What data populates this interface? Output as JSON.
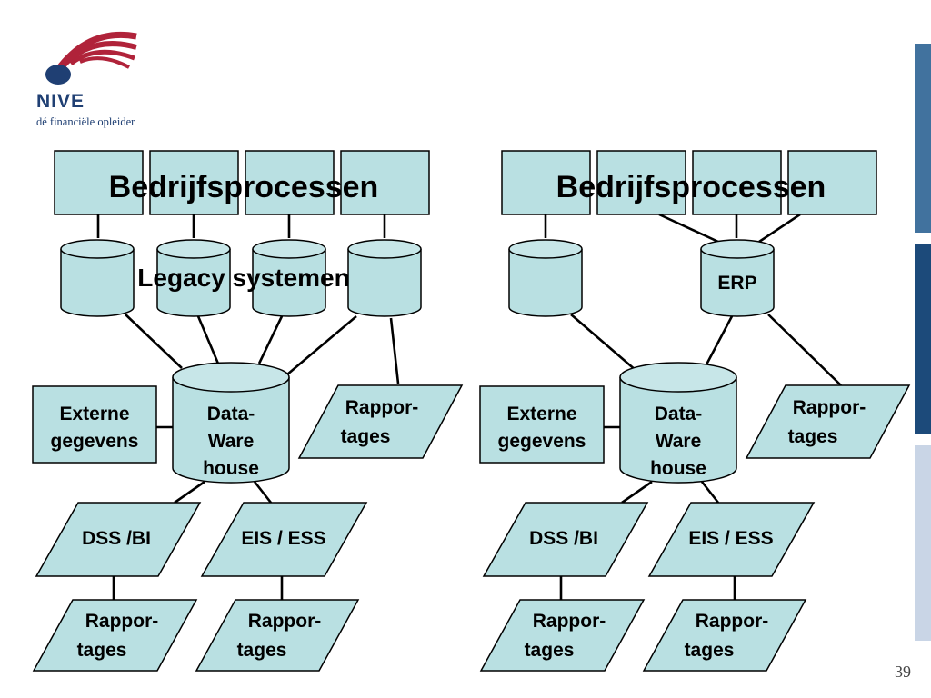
{
  "logo": {
    "name": "NIVE",
    "tagline": "dé financiële opleider"
  },
  "colors": {
    "box_fill": "#b9e0e2",
    "logo_red": "#b0233a",
    "logo_navy": "#1f3f73",
    "bar_top": "#41729e",
    "bar_mid": "#1c4a7a",
    "bar_bottom": "#c9d5e6"
  },
  "page_number": "39",
  "left": {
    "title": "Bedrijfsprocessen",
    "legacy": "Legacy systemen",
    "externe": [
      "Externe",
      "gegevens"
    ],
    "dwh": [
      "Data-",
      "Ware",
      "house"
    ],
    "rapport_top": [
      "Rappor-",
      "tages"
    ],
    "dss": "DSS /BI",
    "eis": "EIS / ESS",
    "rapport_bottom_left": [
      "Rappor-",
      "tages"
    ],
    "rapport_bottom_right": [
      "Rappor-",
      "tages"
    ]
  },
  "right": {
    "title": "Bedrijfsprocessen",
    "erp": "ERP",
    "externe": [
      "Externe",
      "gegevens"
    ],
    "dwh": [
      "Data-",
      "Ware",
      "house"
    ],
    "rapport_top": [
      "Rappor-",
      "tages"
    ],
    "dss": "DSS /BI",
    "eis": "EIS / ESS",
    "rapport_bottom_left": [
      "Rappor-",
      "tages"
    ],
    "rapport_bottom_right": [
      "Rappor-",
      "tages"
    ]
  }
}
